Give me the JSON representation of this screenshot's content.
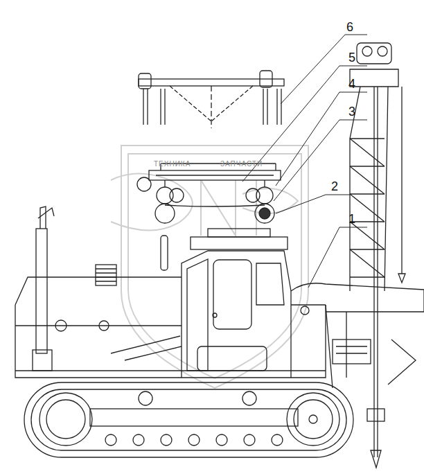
{
  "diagram": {
    "labels": [
      "6",
      "5",
      "4",
      "3",
      "2",
      "1",
      "ТЕХНИКА",
      "ЗАПЧАСТИ"
    ]
  }
}
